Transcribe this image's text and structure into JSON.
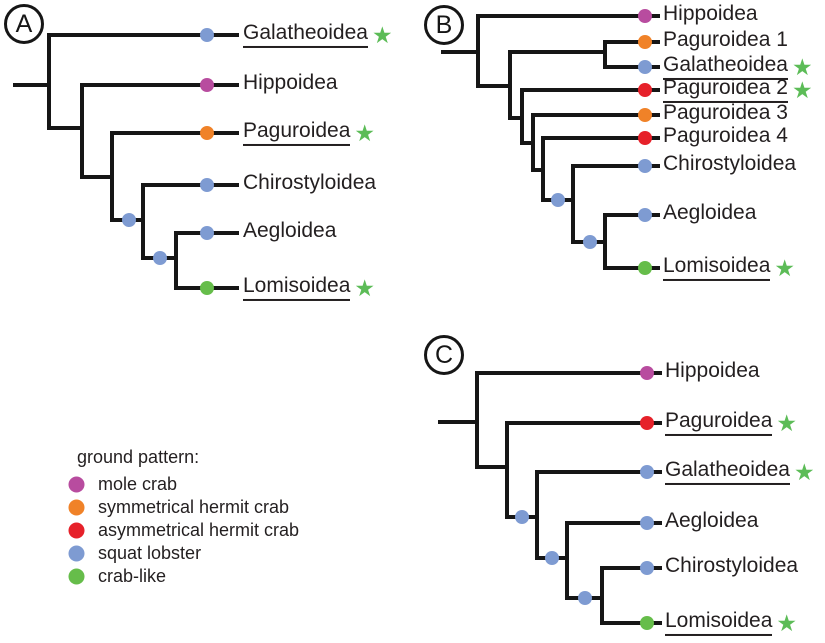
{
  "colors": {
    "branch": "#161616",
    "text": "#231f20",
    "magenta": "#b84c9f",
    "orange": "#f08228",
    "red": "#e6212a",
    "blue": "#7e9bd2",
    "green": "#66bd4a",
    "star": "#5cbc57"
  },
  "icons": {
    "star": "★"
  },
  "legend": {
    "title": "ground pattern:",
    "items": [
      {
        "label": "mole crab",
        "color": "#b84c9f"
      },
      {
        "label": "symmetrical hermit crab",
        "color": "#f08228"
      },
      {
        "label": "asymmetrical hermit crab",
        "color": "#e6212a"
      },
      {
        "label": "squat lobster",
        "color": "#7e9bd2"
      },
      {
        "label": "crab-like",
        "color": "#66bd4a"
      }
    ]
  },
  "panels": [
    {
      "letter": "A",
      "topology_newick": "(Galatheoidea,(Hippoidea,(Paguroidea,(Chirostyloidea,(Aegloidea,Lomisoidea)))));",
      "internal_nodes": {
        "count": 2,
        "color": "#7e9bd2",
        "meaning": "squat lobster"
      },
      "taxa": [
        {
          "label": "Galatheoidea",
          "ground_pattern": "squat lobster",
          "color": "#7e9bd2",
          "underlined": true,
          "star": true
        },
        {
          "label": "Hippoidea",
          "ground_pattern": "mole crab",
          "color": "#b84c9f",
          "underlined": false,
          "star": false
        },
        {
          "label": "Paguroidea",
          "ground_pattern": "symmetrical hermit crab",
          "color": "#f08228",
          "underlined": true,
          "star": true
        },
        {
          "label": "Chirostyloidea",
          "ground_pattern": "squat lobster",
          "color": "#7e9bd2",
          "underlined": false,
          "star": false
        },
        {
          "label": "Aegloidea",
          "ground_pattern": "squat lobster",
          "color": "#7e9bd2",
          "underlined": false,
          "star": false
        },
        {
          "label": "Lomisoidea",
          "ground_pattern": "crab-like",
          "color": "#66bd4a",
          "underlined": true,
          "star": true
        }
      ]
    },
    {
      "letter": "B",
      "topology_newick": "(Hippoidea,((Paguroidea 1,Galatheoidea),(Paguroidea 2,(Paguroidea 3,(Paguroidea 4,(Chirostyloidea,(Aegloidea,Lomisoidea)))))));",
      "internal_nodes": {
        "count": 2,
        "color": "#7e9bd2",
        "meaning": "squat lobster"
      },
      "taxa": [
        {
          "label": "Hippoidea",
          "ground_pattern": "mole crab",
          "color": "#b84c9f",
          "underlined": false,
          "star": false
        },
        {
          "label": "Paguroidea 1",
          "ground_pattern": "symmetrical hermit crab",
          "color": "#f08228",
          "underlined": false,
          "star": false
        },
        {
          "label": "Galatheoidea",
          "ground_pattern": "squat lobster",
          "color": "#7e9bd2",
          "underlined": true,
          "star": true
        },
        {
          "label": "Paguroidea 2",
          "ground_pattern": "asymmetrical hermit crab",
          "color": "#e6212a",
          "underlined": true,
          "star": true
        },
        {
          "label": "Paguroidea 3",
          "ground_pattern": "symmetrical hermit crab",
          "color": "#f08228",
          "underlined": false,
          "star": false
        },
        {
          "label": "Paguroidea 4",
          "ground_pattern": "asymmetrical hermit crab",
          "color": "#e6212a",
          "underlined": false,
          "star": false
        },
        {
          "label": "Chirostyloidea",
          "ground_pattern": "squat lobster",
          "color": "#7e9bd2",
          "underlined": false,
          "star": false
        },
        {
          "label": "Aegloidea",
          "ground_pattern": "squat lobster",
          "color": "#7e9bd2",
          "underlined": false,
          "star": false
        },
        {
          "label": "Lomisoidea",
          "ground_pattern": "crab-like",
          "color": "#66bd4a",
          "underlined": true,
          "star": true
        }
      ]
    },
    {
      "letter": "C",
      "topology_newick": "(Hippoidea,(Paguroidea,(Galatheoidea,(Aegloidea,(Chirostyloidea,Lomisoidea)))));",
      "internal_nodes": {
        "count": 3,
        "color": "#7e9bd2",
        "meaning": "squat lobster"
      },
      "taxa": [
        {
          "label": "Hippoidea",
          "ground_pattern": "mole crab",
          "color": "#b84c9f",
          "underlined": false,
          "star": false
        },
        {
          "label": "Paguroidea",
          "ground_pattern": "asymmetrical hermit crab",
          "color": "#e6212a",
          "underlined": true,
          "star": true
        },
        {
          "label": "Galatheoidea",
          "ground_pattern": "squat lobster",
          "color": "#7e9bd2",
          "underlined": true,
          "star": true
        },
        {
          "label": "Aegloidea",
          "ground_pattern": "squat lobster",
          "color": "#7e9bd2",
          "underlined": false,
          "star": false
        },
        {
          "label": "Chirostyloidea",
          "ground_pattern": "squat lobster",
          "color": "#7e9bd2",
          "underlined": false,
          "star": false
        },
        {
          "label": "Lomisoidea",
          "ground_pattern": "crab-like",
          "color": "#66bd4a",
          "underlined": true,
          "star": true
        }
      ]
    }
  ]
}
